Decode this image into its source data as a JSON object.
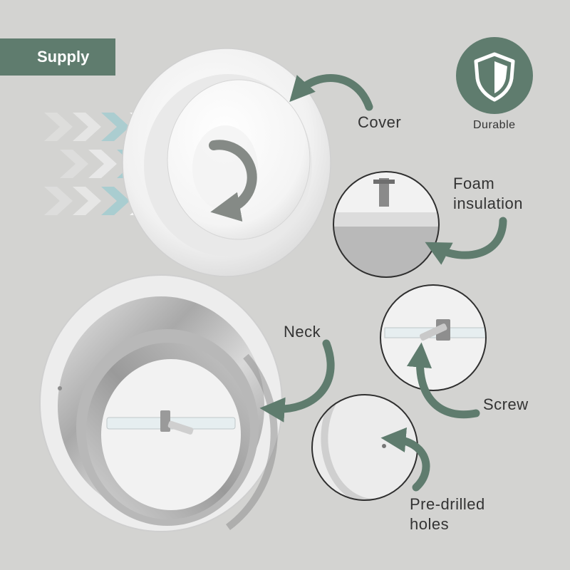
{
  "banner": {
    "label": "Supply",
    "color": "#5f7c6e"
  },
  "badge": {
    "label": "Durable",
    "icon": "shield-icon"
  },
  "labels": {
    "cover": "Cover",
    "foam_line1": "Foam",
    "foam_line2": "insulation",
    "neck": "Neck",
    "screw": "Screw",
    "holes_line1": "Pre-drilled",
    "holes_line2": "holes"
  },
  "colors": {
    "accent": "#5f7c6e",
    "background": "#d3d3d1",
    "chevron_highlight": "#a9cdd0",
    "chevron": "#f2f2f2"
  }
}
